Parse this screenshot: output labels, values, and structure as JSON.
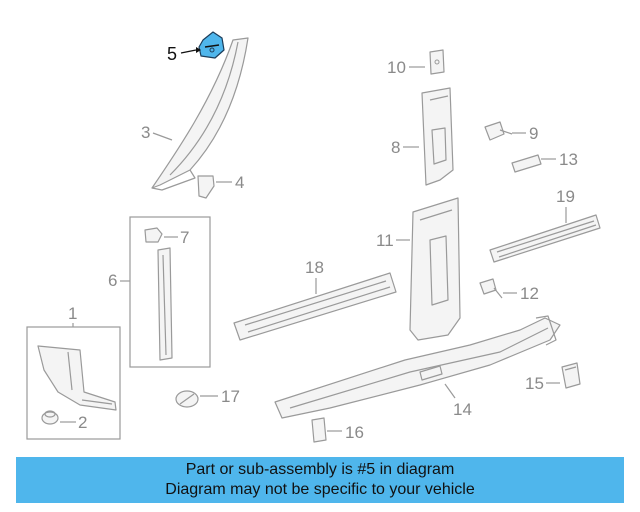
{
  "callouts": {
    "c1": "1",
    "c2": "2",
    "c3": "3",
    "c4": "4",
    "c5": "5",
    "c6": "6",
    "c7": "7",
    "c8": "8",
    "c9": "9",
    "c10": "10",
    "c11": "11",
    "c12": "12",
    "c13": "13",
    "c14": "14",
    "c15": "15",
    "c16": "16",
    "c17": "17",
    "c18": "18",
    "c19": "19"
  },
  "highlighted_part": "5",
  "colors": {
    "highlight": "#4fb6ec",
    "line": "#9a9a9a",
    "banner": "#4fb6ec"
  },
  "banner": {
    "line1": "Part or sub-assembly is #5 in diagram",
    "line2": "Diagram may not be specific to your vehicle"
  }
}
